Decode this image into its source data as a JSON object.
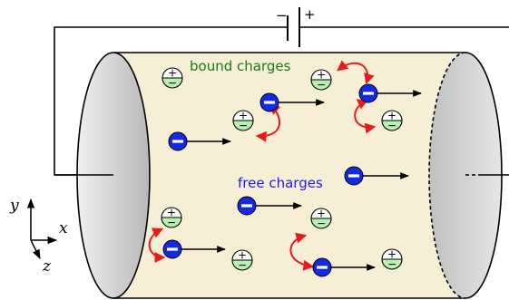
{
  "battery": {
    "minus_label": "−",
    "plus_label": "+"
  },
  "labels": {
    "bound_charges": "bound charges",
    "free_charges": "free charges"
  },
  "axes": {
    "y": "y",
    "x": "x",
    "z": "z"
  },
  "colors": {
    "wire": "#000000",
    "tube_fill": "#f6efd6",
    "cap_fill_light": "#ececec",
    "cap_fill_dark": "#bdbdbd",
    "bound_text": "#1a7a1a",
    "free_text": "#1e1ee6",
    "electron": "#1428e6",
    "dipole_arrow": "#e61b1b",
    "bound_pos_fill": "#ffffff",
    "bound_neg_fill": "#b7f0b0"
  },
  "signs": {
    "plus": "+",
    "minus": "−"
  }
}
